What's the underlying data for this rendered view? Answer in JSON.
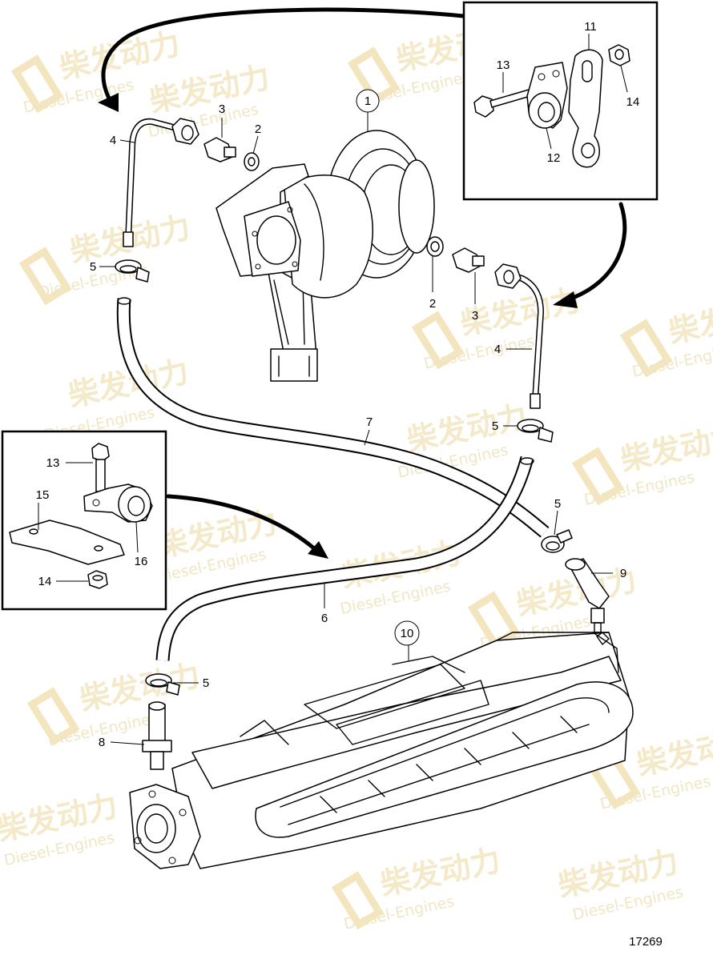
{
  "watermark": {
    "brand_cn": "柴发动力",
    "brand_en": "Diesel-Engines"
  },
  "callouts": {
    "part_1": "1",
    "part_2": "2",
    "part_3": "3",
    "part_4": "4",
    "part_5": "5",
    "part_6": "6",
    "part_7": "7",
    "part_8": "8",
    "part_9": "9",
    "part_10": "10",
    "part_11": "11",
    "part_12": "12",
    "part_13": "13",
    "part_14": "14",
    "part_15": "15",
    "part_16": "16"
  },
  "figure_number": "17269"
}
